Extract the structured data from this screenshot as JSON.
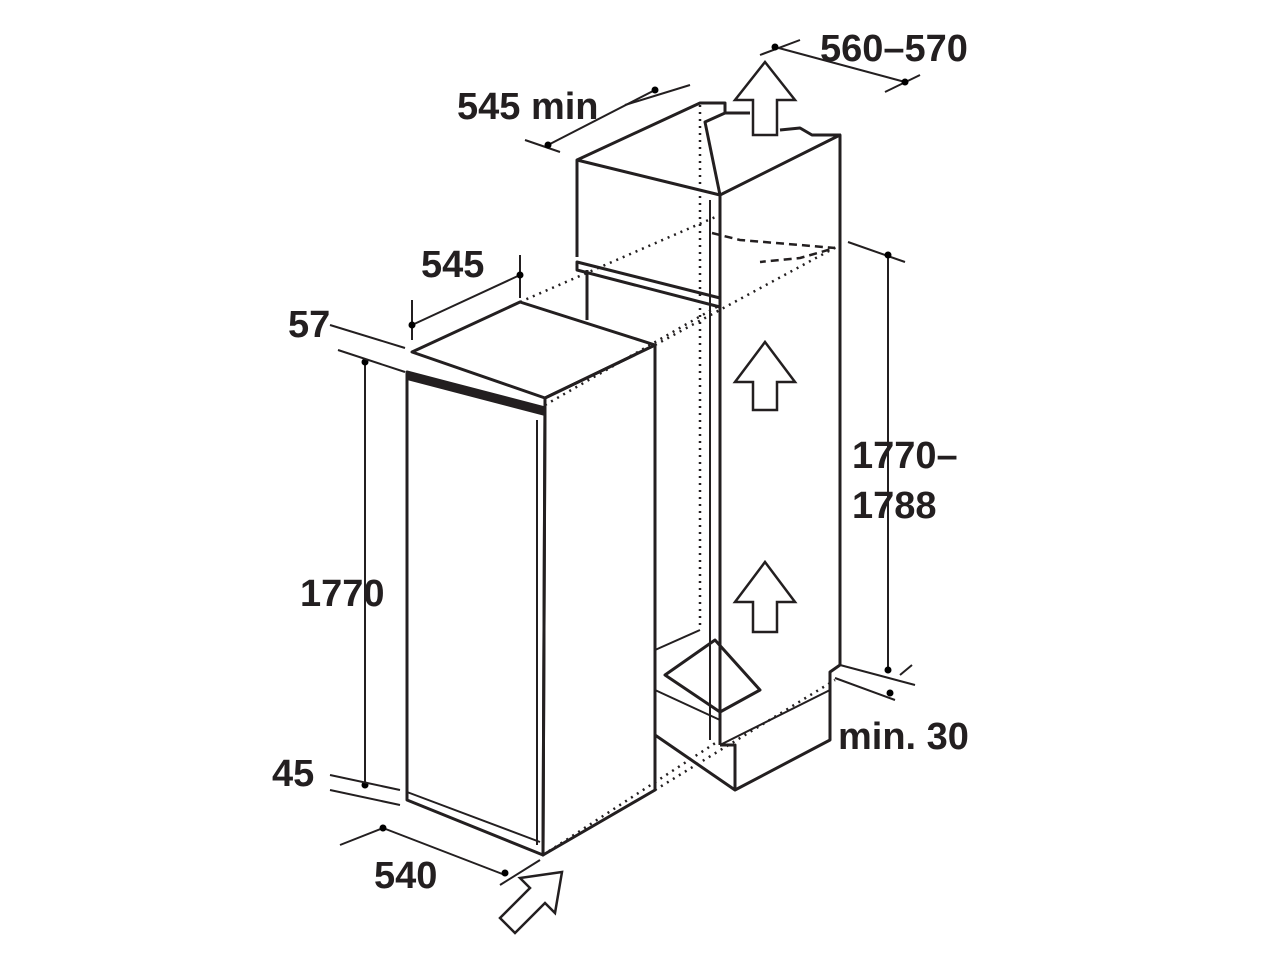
{
  "diagram": {
    "title": "Built-in refrigerator installation dimensions",
    "dimensions": {
      "niche_width": "560–570",
      "niche_depth": "545 min",
      "appliance_depth": "545",
      "top_offset": "57",
      "appliance_height": "1770",
      "bottom_offset": "45",
      "appliance_width": "540",
      "niche_height_line1": "1770–",
      "niche_height_line2": "1788",
      "ventilation": "min. 30"
    },
    "icons": [
      "air-flow-up-arrow",
      "insertion-arrow"
    ],
    "colors": {
      "line": "#231f20",
      "background": "#ffffff"
    }
  }
}
